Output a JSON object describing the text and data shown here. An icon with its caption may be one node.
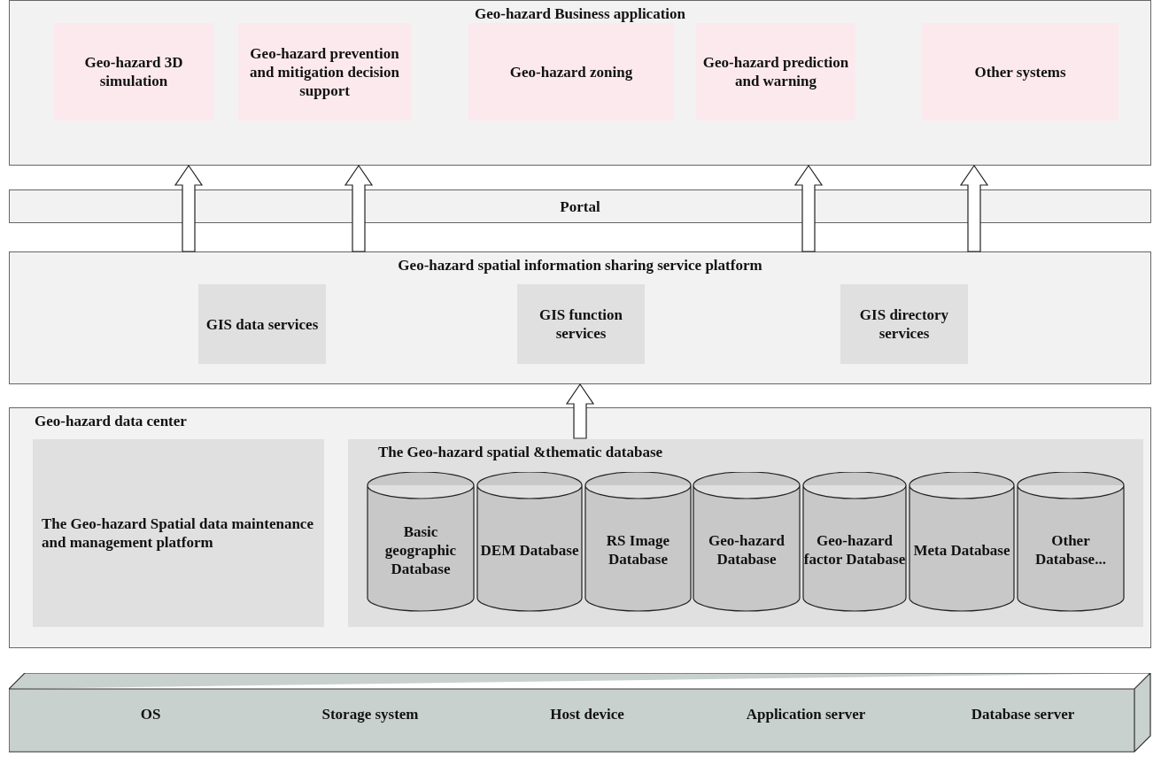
{
  "diagram": {
    "nodes": [
      {
        "text": [
          "Geo-hazard Business application"
        ]
      },
      {
        "text": [
          "Geo-hazard 3D simulation"
        ],
        "in": 0
      },
      {
        "text": [
          "Geo-hazard prevention and mitigation decision support"
        ],
        "in": 0
      },
      {
        "text": [
          "Geo-hazard zoning"
        ],
        "in": 0
      },
      {
        "text": [
          "Geo-hazard prediction and warning"
        ],
        "in": 0
      },
      {
        "text": [
          "Other systems"
        ],
        "in": 0
      },
      {
        "text": [
          "Portal"
        ]
      },
      {
        "text": [
          "Geo-hazard spatial information sharing service platform"
        ]
      },
      {
        "text": [
          "GIS data services"
        ],
        "in": 7
      },
      {
        "text": [
          "GIS function services"
        ],
        "in": 7
      },
      {
        "text": [
          "GIS directory services"
        ],
        "in": 7
      },
      {
        "text": [
          "Geo-hazard data center"
        ]
      },
      {
        "text": [
          "The Geo-hazard Spatial data maintenance and management platform"
        ],
        "in": 11
      },
      {
        "text": [
          "The Geo-hazard spatial &thematic database"
        ],
        "in": 11
      },
      {
        "text": [
          "Basic geographic Database"
        ],
        "in": 13
      },
      {
        "text": [
          "DEM Database"
        ],
        "in": 13
      },
      {
        "text": [
          "RS Image Database"
        ],
        "in": 13
      },
      {
        "text": [
          "Geo-hazard Database"
        ],
        "in": 13
      },
      {
        "text": [
          "Geo-hazard factor Database"
        ],
        "in": 13
      },
      {
        "text": [
          "Meta Database"
        ],
        "in": 13
      },
      {
        "text": [
          "Other Database..."
        ],
        "in": 13
      },
      {
        "text": [
          "OS",
          "Storage system",
          "Host device",
          "Application server",
          "Database server"
        ]
      }
    ],
    "edges": [
      {
        "from": 7,
        "to": 0,
        "arrow": "to"
      },
      {
        "from": 7,
        "to": 0,
        "arrow": "to"
      },
      {
        "from": 7,
        "to": 0,
        "arrow": "to"
      },
      {
        "from": 7,
        "to": 0,
        "arrow": "to"
      },
      {
        "from": 13,
        "to": 7,
        "arrow": "to"
      }
    ]
  }
}
